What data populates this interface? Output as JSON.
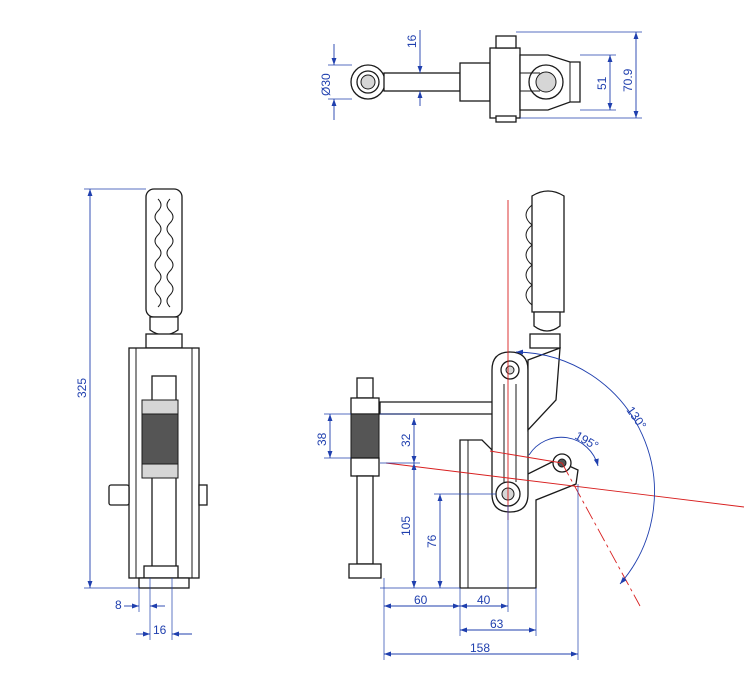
{
  "dimensions": {
    "top_diameter": "Ø30",
    "top_16": "16",
    "top_51": "51",
    "top_70_9": "70.9",
    "left_325": "325",
    "left_8": "8",
    "left_16": "16",
    "side_38": "38",
    "side_32": "32",
    "side_105": "105",
    "side_76": "76",
    "side_60": "60",
    "side_40": "40",
    "side_63": "63",
    "side_158": "158",
    "angle_195": "195°",
    "angle_130": "130°"
  },
  "colors": {
    "dimension": "#1f3fae",
    "centerline": "#d81f1f",
    "outline": "#1a1a1a"
  }
}
